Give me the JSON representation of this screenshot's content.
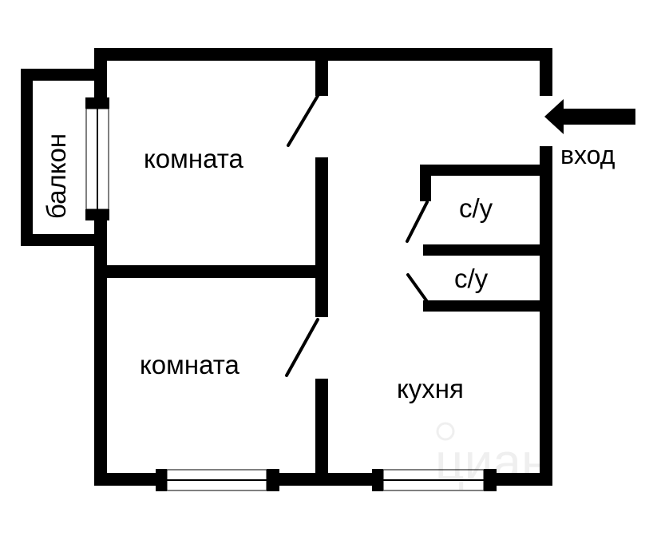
{
  "plan": {
    "wall_color": "#000000",
    "background": "#ffffff",
    "rooms": [
      {
        "id": "room1",
        "label": "комната"
      },
      {
        "id": "room2",
        "label": "комната"
      },
      {
        "id": "kitchen",
        "label": "кухня"
      },
      {
        "id": "wc1",
        "label": "с/у"
      },
      {
        "id": "wc2",
        "label": "с/у"
      },
      {
        "id": "balcony",
        "label": "балкон"
      }
    ],
    "entrance": {
      "label": "вход",
      "icon": "arrow-left-icon"
    },
    "watermark": {
      "text": "циан",
      "icon": "map-pin-icon"
    }
  }
}
